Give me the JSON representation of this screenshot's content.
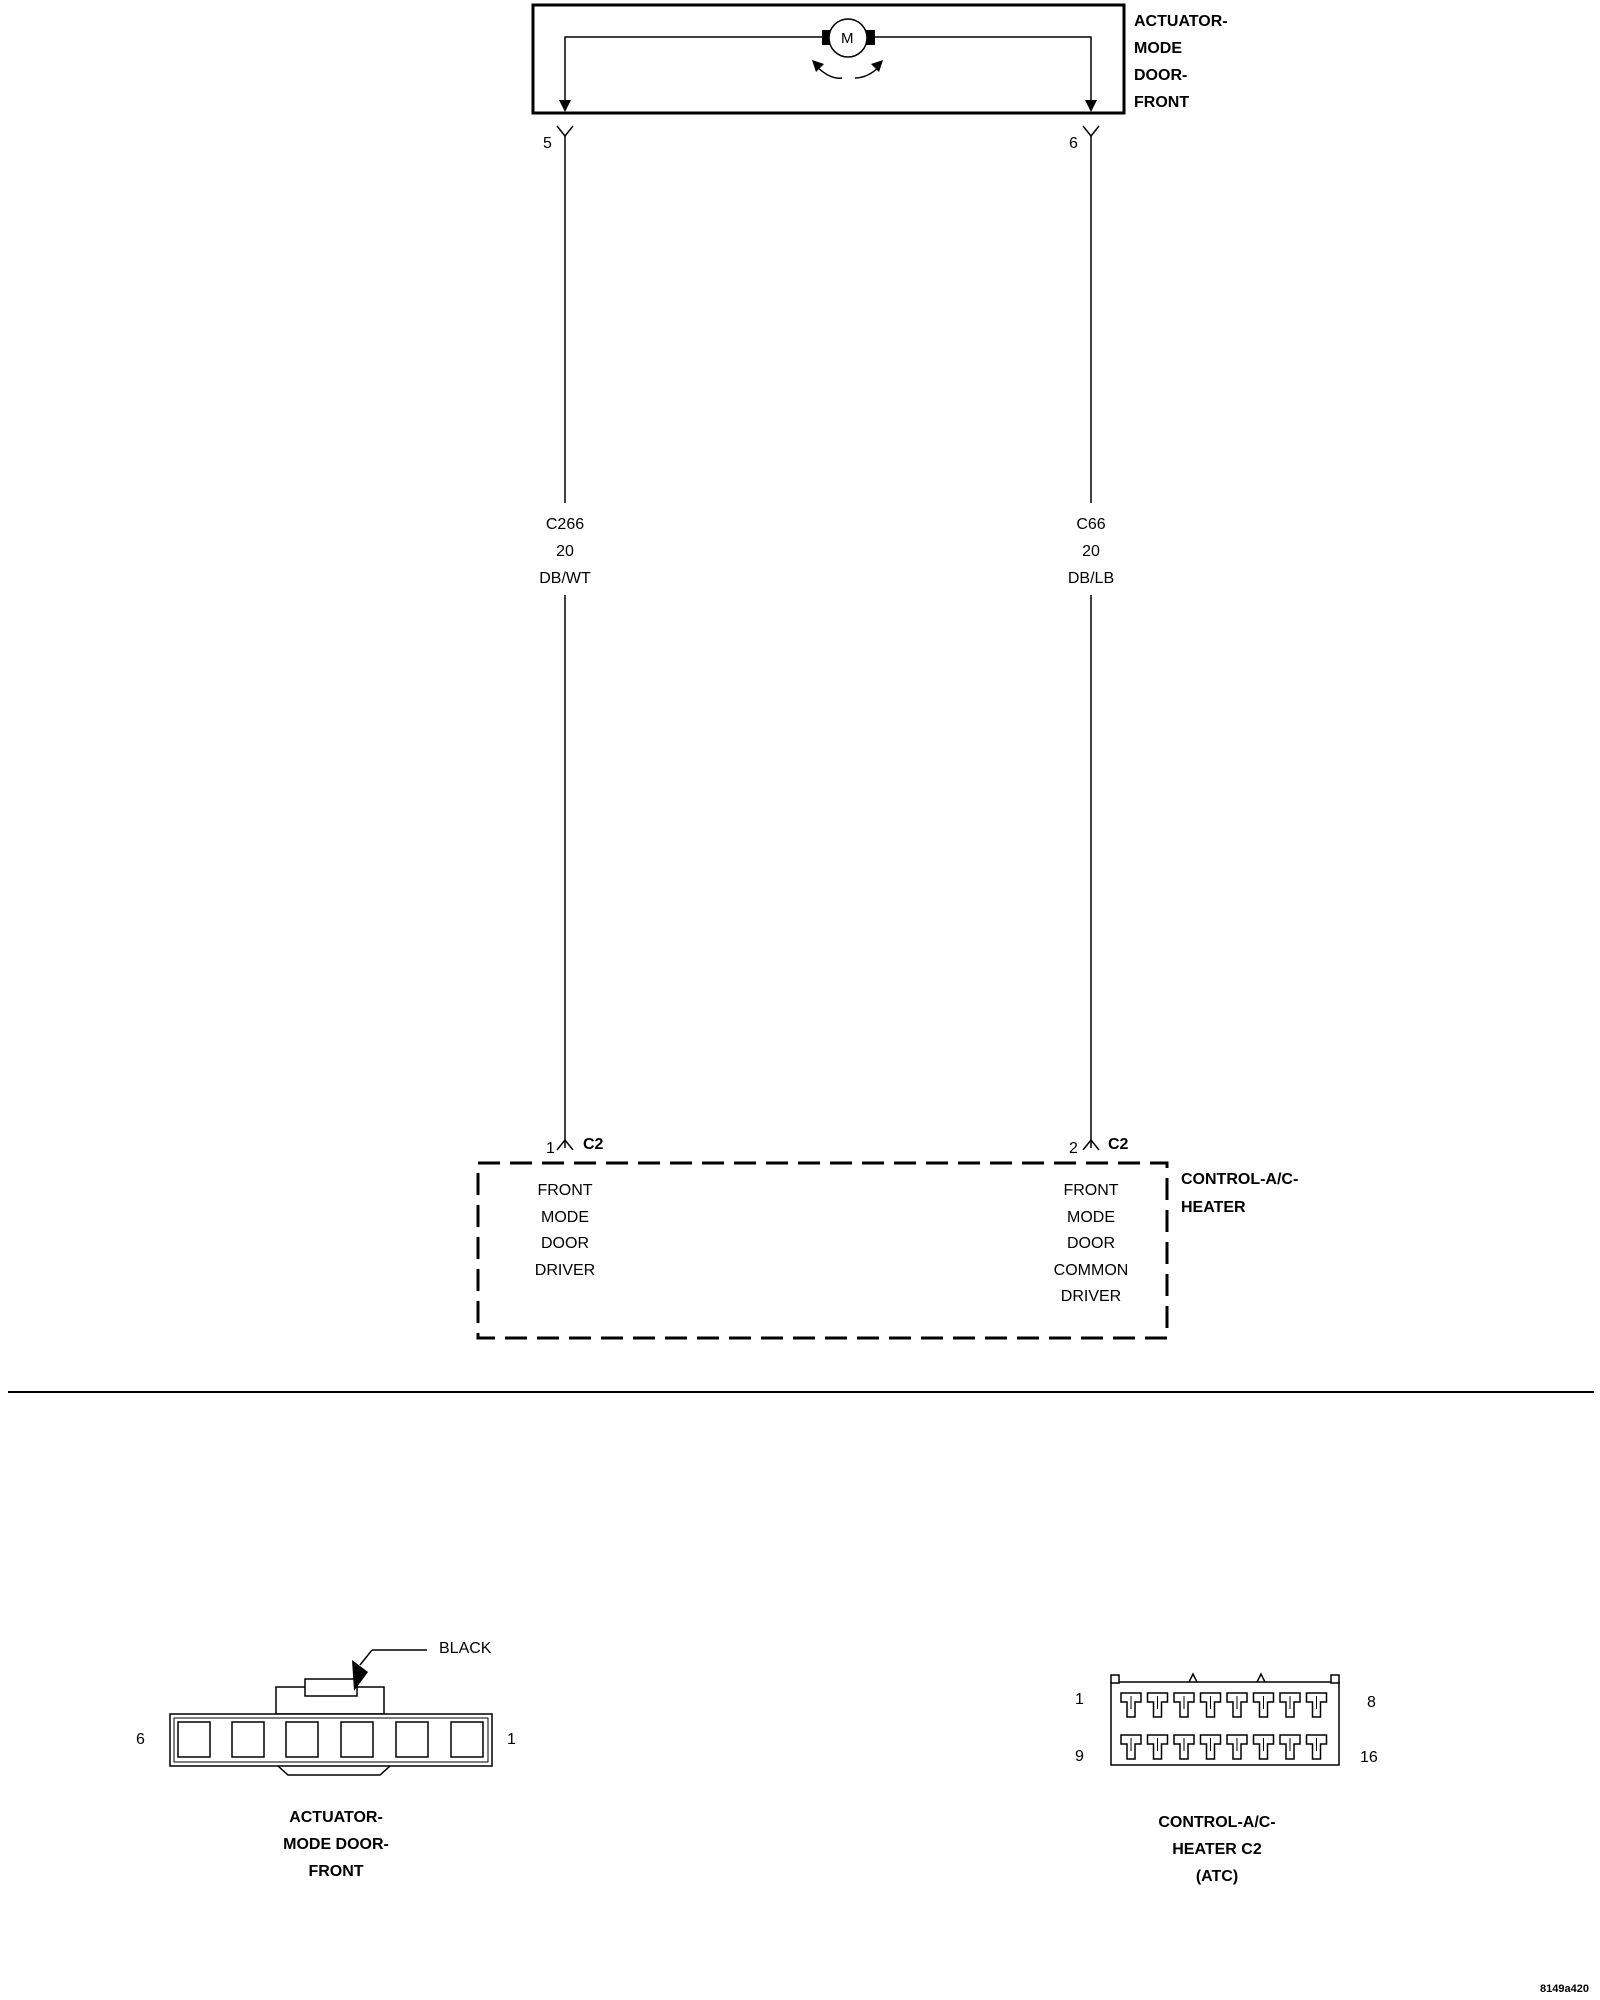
{
  "actuator": {
    "title_lines": [
      "ACTUATOR-",
      "MODE",
      "DOOR-",
      "FRONT"
    ],
    "motor_symbol": "M",
    "pin_left": "5",
    "pin_right": "6"
  },
  "wires": [
    {
      "circuit": "C266",
      "gauge": "20",
      "color": "DB/WT"
    },
    {
      "circuit": "C66",
      "gauge": "20",
      "color": "DB/LB"
    }
  ],
  "controller": {
    "title_lines": [
      "CONTROL-A/C-",
      "HEATER"
    ],
    "pin_left": "1",
    "pin_right": "2",
    "connector_left": "C2",
    "connector_right": "C2",
    "left_function_lines": [
      "FRONT",
      "MODE",
      "DOOR",
      "DRIVER"
    ],
    "right_function_lines": [
      "FRONT",
      "MODE",
      "DOOR",
      "COMMON",
      "DRIVER"
    ]
  },
  "connector_views": {
    "actuator": {
      "caption_lines": [
        "ACTUATOR-",
        "MODE DOOR-",
        "FRONT"
      ],
      "color_callout": "BLACK",
      "pin_left": "6",
      "pin_right": "1"
    },
    "controller": {
      "caption_lines": [
        "CONTROL-A/C-",
        "HEATER C2",
        "(ATC)"
      ],
      "pin_top_left": "1",
      "pin_top_right": "8",
      "pin_bottom_left": "9",
      "pin_bottom_right": "16"
    }
  },
  "figure_id": "8149a420"
}
